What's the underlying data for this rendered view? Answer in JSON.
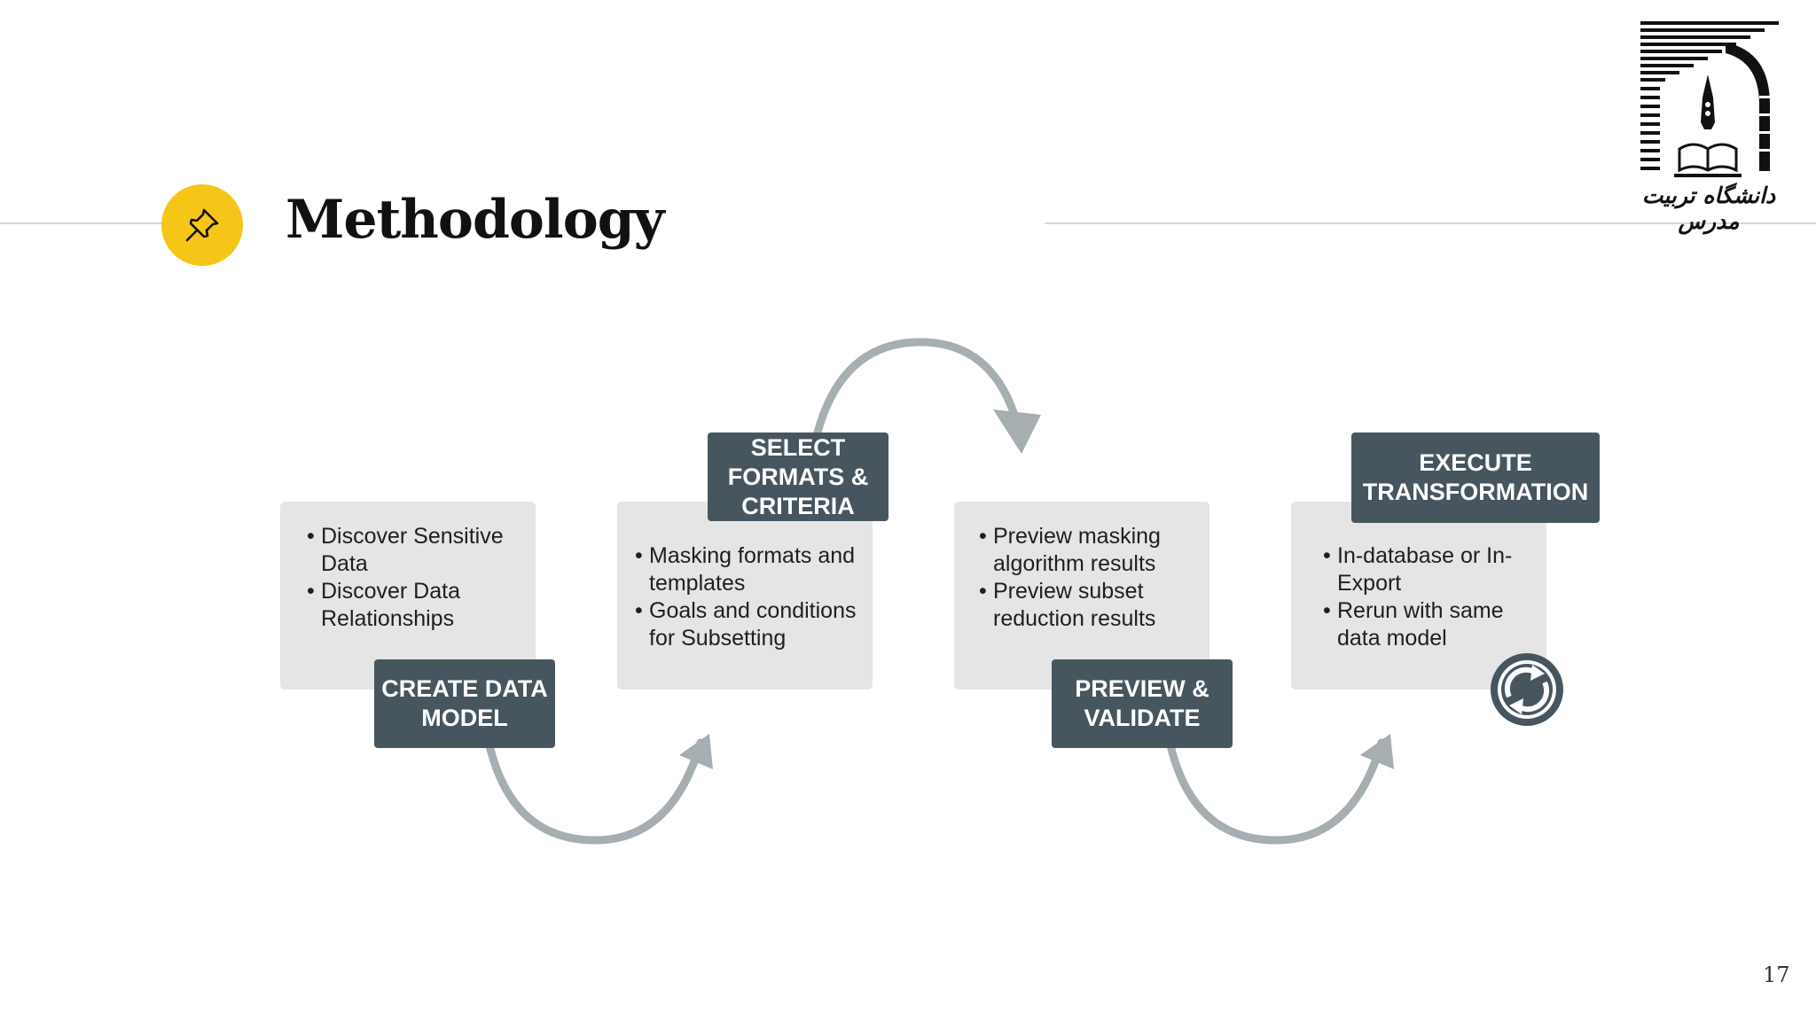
{
  "slide": {
    "title": "Methodology",
    "page_number": "17",
    "logo_text": "دانشگاه تربیت مدرس"
  },
  "colors": {
    "accent": "#f5c518",
    "label_bg": "#47565e",
    "card_bg": "#e6e5e6",
    "arrow": "#a6aeb1"
  },
  "icons": {
    "title_icon": "pushpin-icon",
    "cycle_icon": "refresh-cycle-icon"
  },
  "steps": [
    {
      "label": "CREATE DATA MODEL",
      "bullets": [
        "Discover Sensitive Data",
        "Discover Data Relationships"
      ]
    },
    {
      "label": "SELECT FORMATS & CRITERIA",
      "bullets": [
        "Masking formats and templates",
        "Goals and conditions for Subsetting"
      ]
    },
    {
      "label": "PREVIEW & VALIDATE",
      "bullets": [
        "Preview masking algorithm results",
        "Preview subset reduction results"
      ]
    },
    {
      "label": "EXECUTE TRANSFORMATION",
      "bullets": [
        "In-database or In-Export",
        "Rerun with same data model"
      ]
    }
  ]
}
